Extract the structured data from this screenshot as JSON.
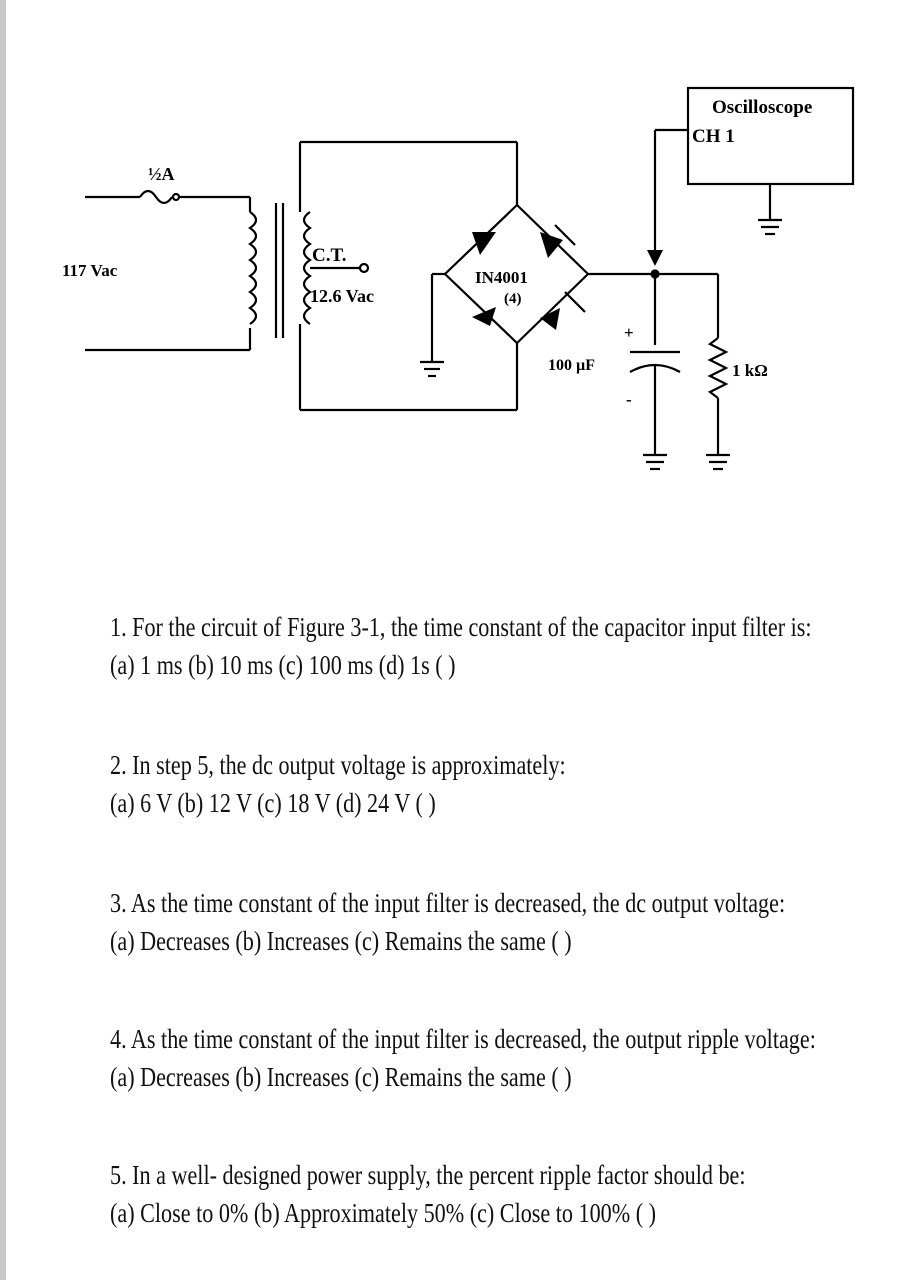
{
  "circuit": {
    "fuse_label": "½A",
    "source_label": "117 Vac",
    "ct_label": "C.T.",
    "secondary_label": "12.6 Vac",
    "diode_label": "IN4001",
    "diode_count": "(4)",
    "cap_label": "100 µF",
    "cap_plus": "+",
    "cap_minus": "-",
    "resistor_label": "1 kΩ",
    "scope_title": "Oscilloscope",
    "scope_channel": "CH 1"
  },
  "questions": [
    {
      "prompt": "1. For the circuit of Figure 3-1, the time constant of the capacitor input filter is:",
      "options": "(a) 1 ms (b) 10 ms (c) 100 ms (d) 1s ( )"
    },
    {
      "prompt": "2. In step 5, the dc output voltage is approximately:",
      "options": "(a) 6 V (b) 12 V (c) 18 V (d) 24 V ( )"
    },
    {
      "prompt": "3. As the time constant of the input filter is decreased, the dc output voltage:",
      "options": "(a) Decreases (b) Increases (c) Remains the same ( )"
    },
    {
      "prompt": "4. As the time constant of the input filter is decreased, the output ripple voltage:",
      "options": "(a) Decreases (b) Increases (c) Remains the same ( )"
    },
    {
      "prompt": "5. In a well- designed power supply, the percent ripple factor should be:",
      "options": "(a) Close to 0% (b) Approximately 50% (c) Close to 100% ( )"
    }
  ]
}
